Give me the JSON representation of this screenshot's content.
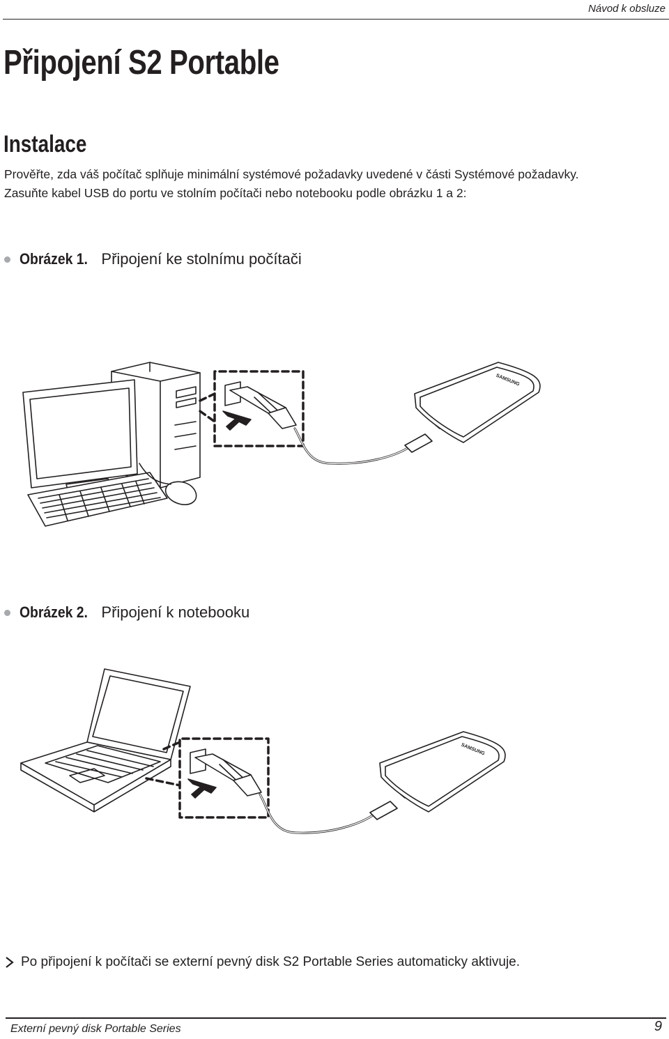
{
  "header": {
    "text": "Návod k obsluze"
  },
  "title": "Připojení S2 Portable",
  "section": {
    "heading": "Instalace",
    "paragraphs": [
      "Prověřte, zda váš počítač splňuje minimální systémové požadavky uvedené v části Systémové požadavky.",
      "Zasuňte kabel USB do portu ve stolním počítači nebo notebooku podle obrázku 1 a 2:"
    ]
  },
  "figures": [
    {
      "label": "Obrázek 1.",
      "caption": " Připojení ke stolnímu počítači"
    },
    {
      "label": "Obrázek 2.",
      "caption": " Připojení k notebooku"
    }
  ],
  "device_brand": "SAMSUNG",
  "note": "Po připojení k počítači se externí pevný disk S2 Portable Series automaticky aktivuje.",
  "footer": {
    "text": "Externí pevný disk Portable Series",
    "page_number": "9"
  }
}
